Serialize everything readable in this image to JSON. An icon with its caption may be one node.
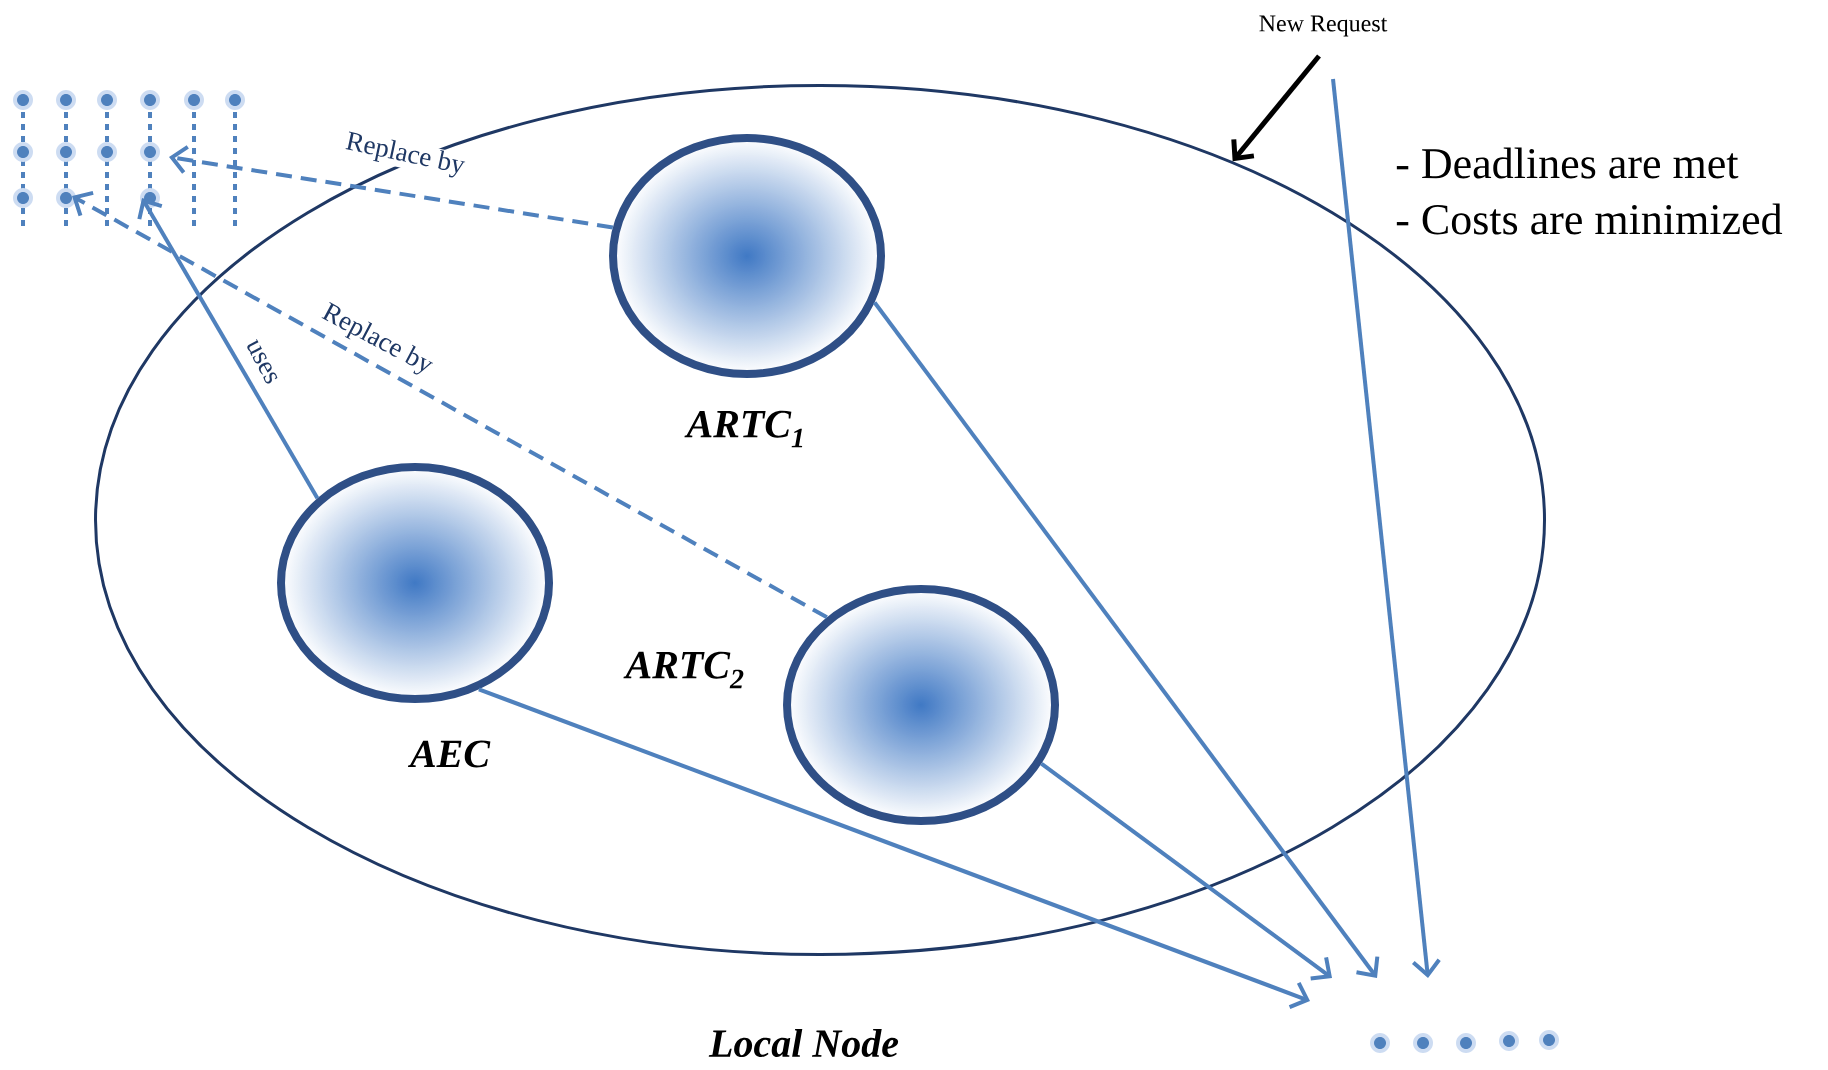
{
  "diagram": {
    "nodes": [
      {
        "text": [
          "New Request"
        ]
      },
      {
        "text": [],
        "shape": "dots"
      },
      {
        "text": [
          "Local Node"
        ]
      },
      {
        "text": [
          "ARTC$_{1}$"
        ],
        "in": 2
      },
      {
        "text": [
          "AEC"
        ],
        "in": 2
      },
      {
        "text": [
          "ARTC$_{2}$"
        ],
        "in": 2
      },
      {
        "text": [],
        "shape": "dots"
      }
    ],
    "edges": [
      {
        "from": 3,
        "to": 1,
        "arrow": "to",
        "style": "dashed",
        "label": "Replace by"
      },
      {
        "from": 5,
        "to": 1,
        "arrow": "to",
        "style": "dashed",
        "label": "Replace by"
      },
      {
        "from": 4,
        "to": 1,
        "arrow": "to",
        "label": "uses"
      },
      {
        "from": 4,
        "to": 6,
        "arrow": "to"
      },
      {
        "from": 5,
        "to": 6,
        "arrow": "to"
      },
      {
        "from": 3,
        "to": 6,
        "arrow": "to"
      },
      {
        "from": null,
        "to": 6,
        "arrow": "to"
      },
      {
        "from": 0,
        "to": 2,
        "arrow": "to",
        "color": "#000000"
      }
    ],
    "labels": [
      "- Deadlines are met",
      "- Costs are minimized"
    ]
  }
}
